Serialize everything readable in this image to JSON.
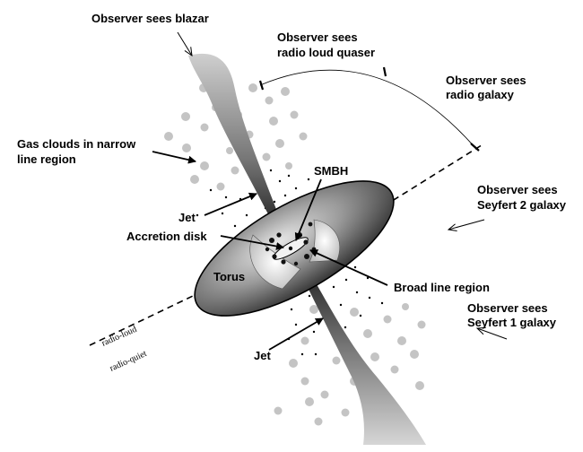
{
  "labels": {
    "blazar": "Observer sees blazar",
    "quasar_line1": "Observer sees",
    "quasar_line2": "radio loud quaser",
    "radio_galaxy_line1": "Observer sees",
    "radio_galaxy_line2": "radio galaxy",
    "gas_clouds_line1": "Gas clouds in narrow",
    "gas_clouds_line2": "line region",
    "smbh": "SMBH",
    "seyfert2_line1": "Observer sees",
    "seyfert2_line2": "Seyfert 2 galaxy",
    "jet_upper": "Jet",
    "accretion_disk": "Accretion disk",
    "torus": "Torus",
    "broad_line_region": "Broad line region",
    "seyfert1_line1": "Observer sees",
    "seyfert1_line2": "Seyfert 1 galaxy",
    "jet_lower": "Jet",
    "radio_loud": "radio-loud",
    "radio_quiet": "radio-quiet"
  }
}
